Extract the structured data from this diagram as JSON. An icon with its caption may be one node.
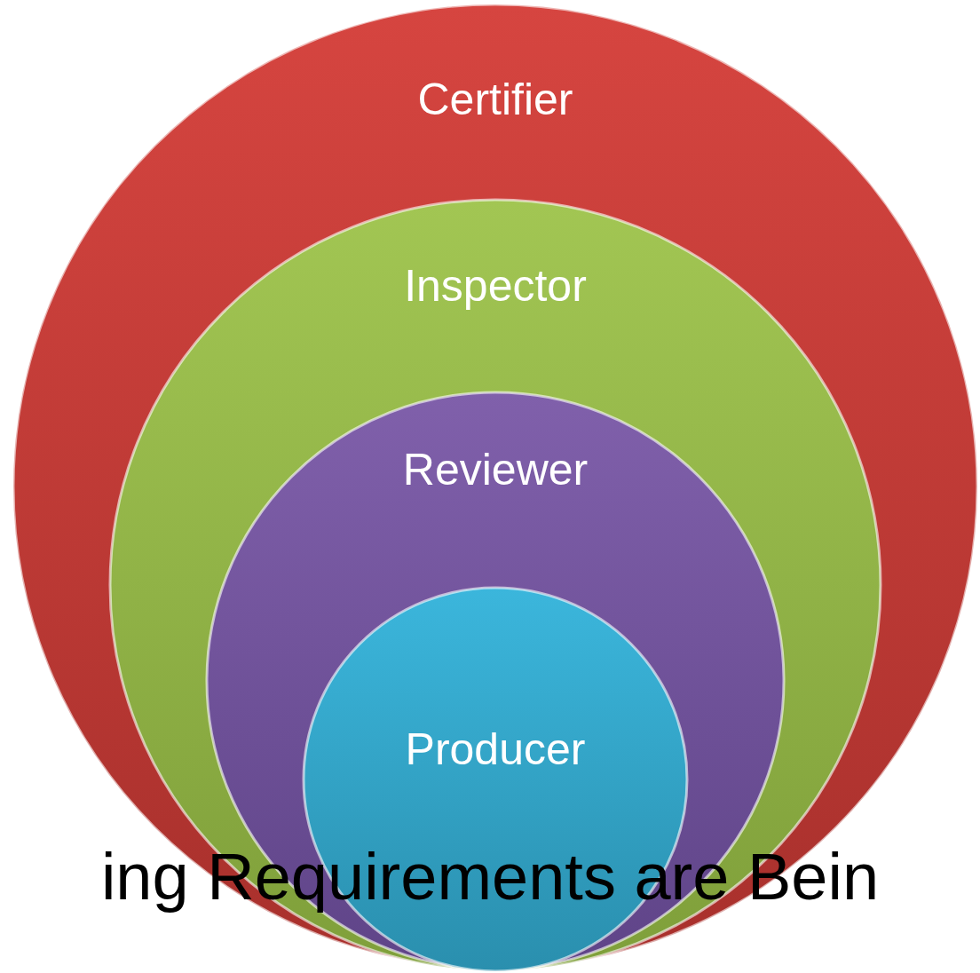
{
  "diagram": {
    "nodes": [
      {
        "text": [
          "Certifier"
        ]
      },
      {
        "text": [
          "Inspector"
        ],
        "in": 0
      },
      {
        "text": [
          "Reviewer"
        ],
        "in": 1
      },
      {
        "text": [
          "Producer"
        ],
        "in": 2
      }
    ],
    "labels": [
      "ing Requirements are Bein"
    ]
  }
}
